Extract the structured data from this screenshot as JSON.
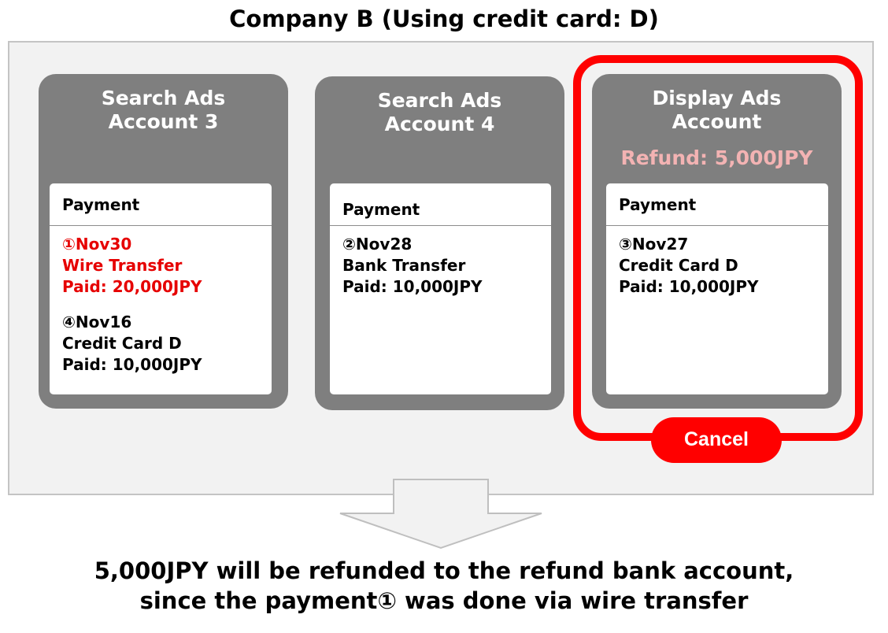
{
  "title": "Company B (Using credit card: D)",
  "accounts": [
    {
      "title_lines": [
        "Search Ads",
        "Account 3"
      ],
      "payment_header": "Payment",
      "payments": [
        {
          "lines": [
            "①Nov30",
            "Wire Transfer",
            "Paid: 20,000JPY"
          ],
          "highlight": true,
          "color": "#e60000"
        },
        {
          "lines": [
            "④Nov16",
            "Credit Card D",
            "Paid: 10,000JPY"
          ],
          "highlight": false
        }
      ]
    },
    {
      "title_lines": [
        "Search Ads",
        "Account 4"
      ],
      "payment_header": "Payment",
      "payments": [
        {
          "lines": [
            "②Nov28",
            "Bank Transfer",
            "Paid: 10,000JPY"
          ],
          "highlight": false
        }
      ]
    },
    {
      "title_lines": [
        "Display Ads",
        "Account"
      ],
      "refund_label": "Refund: 5,000JPY",
      "refund_color": "#f3b3b3",
      "payment_header": "Payment",
      "payments": [
        {
          "lines": [
            "③Nov27",
            "Credit Card D",
            "Paid: 10,000JPY"
          ],
          "highlight": false
        }
      ]
    }
  ],
  "cancel_label": "Cancel",
  "cancel_color": "#ff0000",
  "conclusion_lines": [
    "5,000JPY will be refunded to the refund bank account,",
    "since the payment① was done via wire transfer"
  ]
}
